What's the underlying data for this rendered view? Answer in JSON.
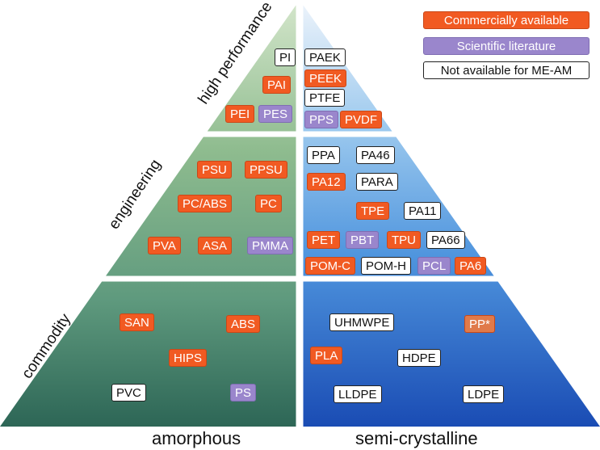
{
  "legend": {
    "commercial": "Commercially available",
    "scientific": "Scientific literature",
    "not_available": "Not available for ME-AM"
  },
  "colors": {
    "commercial": "#f15a22",
    "scientific": "#9a86cc",
    "not_available": "#ffffff",
    "amorphous_top": "#d7e8cf",
    "amorphous_bottom": "#2f6a5a",
    "crystalline_top": "#e3eef8",
    "crystalline_bottom": "#1e52b8"
  },
  "tiers": {
    "high_performance": "high performance",
    "engineering": "engineering",
    "commodity": "commodity"
  },
  "axis": {
    "left": "amorphous",
    "right": "semi-crystalline"
  },
  "materials": {
    "pi": "PI",
    "pai": "PAI",
    "pei": "PEI",
    "pes": "PES",
    "paek": "PAEK",
    "peek": "PEEK",
    "ptfe": "PTFE",
    "pps": "PPS",
    "pvdf": "PVDF",
    "psu": "PSU",
    "ppsu": "PPSU",
    "pc_abs": "PC/ABS",
    "pc": "PC",
    "pva": "PVA",
    "asa": "ASA",
    "pmma": "PMMA",
    "ppa": "PPA",
    "pa46": "PA46",
    "pa12": "PA12",
    "para": "PARA",
    "tpe": "TPE",
    "pa11": "PA11",
    "pet": "PET",
    "pbt": "PBT",
    "tpu": "TPU",
    "pa66": "PA66",
    "pom_c": "POM-C",
    "pom_h": "POM-H",
    "pcl": "PCL",
    "pa6": "PA6",
    "san": "SAN",
    "abs": "ABS",
    "hips": "HIPS",
    "pvc": "PVC",
    "ps": "PS",
    "uhmwpe": "UHMWPE",
    "pp": "PP*",
    "pla": "PLA",
    "hdpe": "HDPE",
    "lldpe": "LLDPE",
    "ldpe": "LDPE"
  }
}
